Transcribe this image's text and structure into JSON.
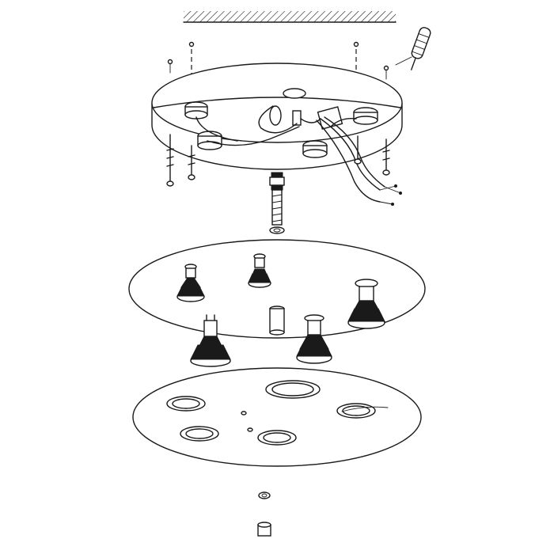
{
  "diagram": {
    "type": "exploded-assembly",
    "colors": {
      "line": "#1a1a1a",
      "background": "#ffffff"
    },
    "parts": [
      "ceiling-hatch",
      "wall-plug-inset",
      "mounting-screw",
      "wall-plug",
      "base-plate",
      "lamp-socket",
      "terminal-block",
      "supply-cable",
      "threaded-rod",
      "star-washer",
      "reflector-disc",
      "gu10-bulb",
      "spacer-tube",
      "cover-plate",
      "spot-ring",
      "center-nut",
      "cap-nut"
    ]
  }
}
